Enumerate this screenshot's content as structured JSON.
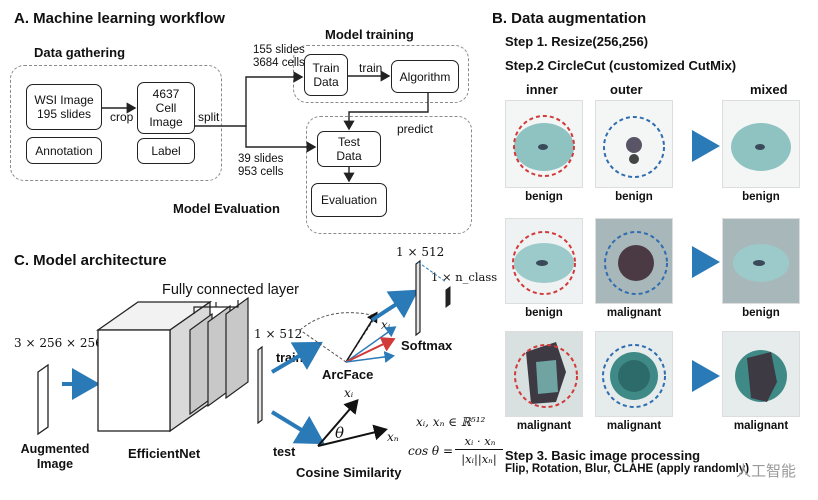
{
  "sectionA": {
    "title": "A. Machine learning workflow",
    "data_gathering": "Data gathering",
    "model_training": "Model training",
    "model_evaluation": "Model Evaluation",
    "wsi_box": "WSI Image\n195 slides",
    "annotation_box": "Annotation",
    "cell_box": "4637\nCell\nImage",
    "label_box": "Label",
    "train_data_box": "Train\nData",
    "algorithm_box": "Algorithm",
    "test_data_box": "Test\nData",
    "evaluation_box": "Evaluation",
    "crop": "crop",
    "split": "split",
    "train": "train",
    "predict": "predict",
    "train_split": "155 slides\n3684 cells",
    "test_split": "39 slides\n953 cells"
  },
  "sectionB": {
    "title": "B. Data augmentation",
    "step1": "Step 1. Resize(256,256)",
    "step2": "Step.2 CircleCut (customized CutMix)",
    "col_inner": "inner",
    "col_outer": "outer",
    "col_mixed": "mixed",
    "rows": [
      {
        "inner": "benign",
        "outer": "benign",
        "mixed": "benign"
      },
      {
        "inner": "benign",
        "outer": "malignant",
        "mixed": "benign"
      },
      {
        "inner": "malignant",
        "outer": "malignant",
        "mixed": "malignant"
      }
    ],
    "step3": "Step 3. Basic image processing",
    "step3_detail": "Flip, Rotation, Blur, CLAHE (apply randomly)",
    "watermark": "人工智能"
  },
  "sectionC": {
    "title": "C. Model architecture",
    "fc_layer": "Fully connected layer",
    "input_dim": "3 × 256 × 256",
    "feat_dim": "1 × 512",
    "softmax_dim": "1 × 512",
    "nclass_dim": "1 × n_class",
    "augmented_image": "Augmented\nImage",
    "efficientnet": "EfficientNet",
    "train": "train",
    "test": "test",
    "arcface": "ArcFace",
    "softmax": "Softmax",
    "cosine": "Cosine Similarity",
    "xi": "xᵢ",
    "xn": "xₙ",
    "theta": "θ",
    "formula_set": "xᵢ, xₙ ∈ ℝ⁵¹²",
    "formula_cos": "cos θ =",
    "formula_num": "xᵢ · xₙ",
    "formula_den": "|xᵢ||xₙ|"
  },
  "colors": {
    "arrow_blue": "#2a7ab8",
    "circle_red": "#d23a3a",
    "circle_blue": "#2f6db0",
    "cell_teal": "#7fb7b6"
  }
}
